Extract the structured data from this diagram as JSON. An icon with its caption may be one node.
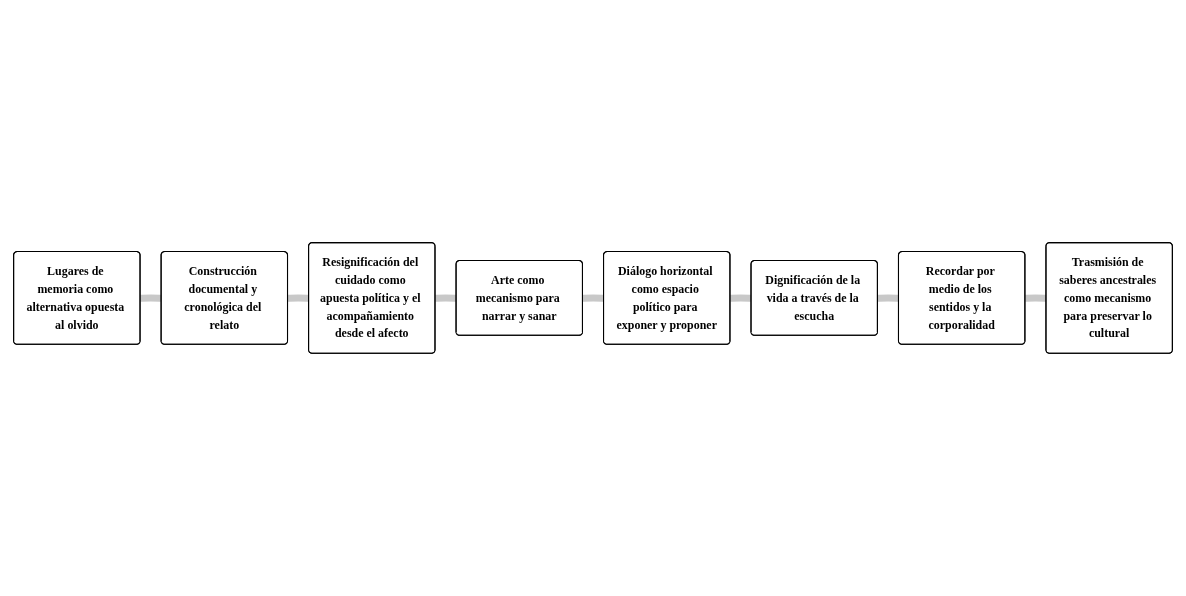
{
  "diagram": {
    "nodes": [
      {
        "text": [
          "Lugares de memoria como alternativa opuesta al olvido"
        ]
      },
      {
        "text": [
          "Construcción documental y cronológica del relato"
        ]
      },
      {
        "text": [
          "Resignificación del cuidado como apuesta política y el acompañamiento desde el afecto"
        ]
      },
      {
        "text": [
          "Arte como mecanismo para narrar y sanar"
        ]
      },
      {
        "text": [
          "Diálogo horizontal como espacio político para exponer y proponer"
        ]
      },
      {
        "text": [
          "Dignificación de la vida a través de la escucha"
        ]
      },
      {
        "text": [
          "Recordar por medio de los sentidos y la corporalidad"
        ]
      },
      {
        "text": [
          "Trasmisión de saberes ancestrales como mecanismo para preservar lo cultural"
        ]
      }
    ],
    "edges": [
      {
        "from": 0,
        "to": 1,
        "arrow": "none"
      },
      {
        "from": 1,
        "to": 2,
        "arrow": "none"
      },
      {
        "from": 2,
        "to": 3,
        "arrow": "none"
      },
      {
        "from": 3,
        "to": 4,
        "arrow": "none"
      },
      {
        "from": 4,
        "to": 5,
        "arrow": "none"
      },
      {
        "from": 5,
        "to": 6,
        "arrow": "none"
      },
      {
        "from": 6,
        "to": 7,
        "arrow": "none"
      }
    ]
  }
}
